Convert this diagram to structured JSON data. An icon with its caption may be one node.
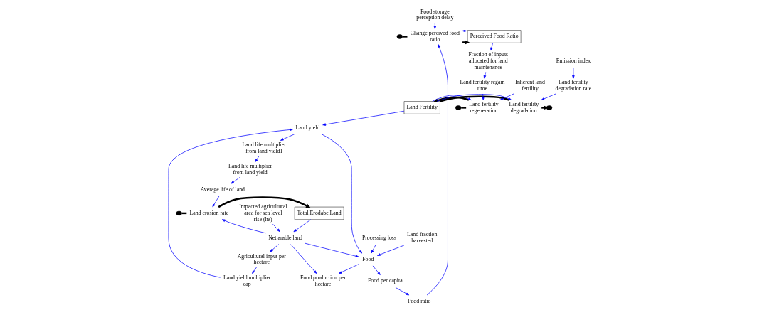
{
  "diagram": {
    "nodes": [
      {
        "text": [
          "Food storage perception delay"
        ]
      },
      {
        "text": [],
        "shape": "cloud"
      },
      {
        "text": [
          "Change percived food ratio"
        ]
      },
      {
        "text": [
          "Perceived Food Ratio"
        ]
      },
      {
        "text": [
          "Inherent land fertility"
        ]
      },
      {
        "text": [],
        "shape": "cloud"
      },
      {
        "text": [
          "Land fertility regeneration"
        ]
      },
      {
        "text": [
          "Emission index"
        ]
      },
      {
        "text": [
          "Land fertility degradation rate"
        ]
      },
      {
        "text": [
          "Land Fertility"
        ]
      },
      {
        "text": [
          "Land fertility degradation"
        ]
      },
      {
        "text": [],
        "shape": "cloud"
      },
      {
        "text": [
          "Impacted agricultural area for sea level rise (ha)"
        ]
      },
      {
        "text": [
          "Food ratio"
        ]
      },
      {
        "text": [
          "Fraction of inputs allocated for land maintenance"
        ]
      },
      {
        "text": [
          "Land fertility regain time"
        ]
      },
      {
        "text": [
          "Total Erodabe Land"
        ]
      },
      {
        "text": [
          "Land erosion rate"
        ]
      },
      {
        "text": [],
        "shape": "cloud"
      },
      {
        "text": [
          "Net arable land"
        ]
      },
      {
        "text": [
          "Processing loss"
        ]
      },
      {
        "text": [
          "Land fraction harvested"
        ]
      },
      {
        "text": [
          "Food per capita"
        ]
      },
      {
        "text": [
          "Agricultural input per hectare"
        ]
      },
      {
        "text": [
          "Land yield multiplier cap"
        ]
      },
      {
        "text": [
          "Average life of land"
        ]
      },
      {
        "text": [
          "Food production per hectare"
        ]
      },
      {
        "text": [
          "Food"
        ]
      },
      {
        "text": [
          "Land yield"
        ]
      },
      {
        "text": [
          "Land life multiplier from land yield1"
        ]
      },
      {
        "text": [
          "Land life multiplier from land yield"
        ]
      }
    ],
    "edges": [
      {
        "from": 0,
        "to": 2,
        "arrow": "to"
      },
      {
        "from": 1,
        "to": 2,
        "arrow": "none",
        "style": "thick",
        "color": "#000000"
      },
      {
        "from": 2,
        "to": 3,
        "arrow": "to",
        "style": "thick",
        "color": "#000000"
      },
      {
        "from": 3,
        "to": 2,
        "arrow": "to"
      },
      {
        "from": 3,
        "to": 14,
        "arrow": "to"
      },
      {
        "from": 13,
        "to": 2,
        "arrow": "to"
      },
      {
        "from": 22,
        "to": 13,
        "arrow": "to"
      },
      {
        "from": 27,
        "to": 22,
        "arrow": "to"
      },
      {
        "from": 4,
        "to": 6,
        "arrow": "to"
      },
      {
        "from": 5,
        "to": 6,
        "arrow": "none",
        "style": "thick",
        "color": "#000000"
      },
      {
        "from": 6,
        "to": 9,
        "arrow": "to",
        "style": "thick",
        "color": "#000000"
      },
      {
        "from": 9,
        "to": 6,
        "arrow": "to"
      },
      {
        "from": 15,
        "to": 6,
        "arrow": "to"
      },
      {
        "from": 14,
        "to": 15,
        "arrow": "to"
      },
      {
        "from": 7,
        "to": 8,
        "arrow": "to"
      },
      {
        "from": 8,
        "to": 10,
        "arrow": "to"
      },
      {
        "from": 9,
        "to": 10,
        "arrow": "none",
        "style": "thick",
        "color": "#000000"
      },
      {
        "from": 10,
        "to": 11,
        "arrow": "to",
        "style": "thick",
        "color": "#000000"
      },
      {
        "from": 9,
        "to": 10,
        "arrow": "to"
      },
      {
        "from": 9,
        "to": 28,
        "arrow": "to"
      },
      {
        "from": 12,
        "to": 19,
        "arrow": "to"
      },
      {
        "from": 16,
        "to": 19,
        "arrow": "to"
      },
      {
        "from": 18,
        "to": 17,
        "arrow": "none",
        "style": "thick",
        "color": "#000000"
      },
      {
        "from": 17,
        "to": 16,
        "arrow": "to",
        "style": "thick",
        "color": "#000000"
      },
      {
        "from": 19,
        "to": 17,
        "arrow": "to"
      },
      {
        "from": 25,
        "to": 17,
        "arrow": "to"
      },
      {
        "from": 30,
        "to": 25,
        "arrow": "to"
      },
      {
        "from": 29,
        "to": 30,
        "arrow": "to"
      },
      {
        "from": 28,
        "to": 29,
        "arrow": "to"
      },
      {
        "from": 19,
        "to": 27,
        "arrow": "to"
      },
      {
        "from": 20,
        "to": 27,
        "arrow": "to"
      },
      {
        "from": 21,
        "to": 27,
        "arrow": "to"
      },
      {
        "from": 27,
        "to": 26,
        "arrow": "to"
      },
      {
        "from": 28,
        "to": 27,
        "arrow": "to"
      },
      {
        "from": 19,
        "to": 26,
        "arrow": "to"
      },
      {
        "from": 19,
        "to": 23,
        "arrow": "to"
      },
      {
        "from": 23,
        "to": 24,
        "arrow": "to"
      },
      {
        "from": 24,
        "to": 28,
        "arrow": "to"
      }
    ]
  }
}
